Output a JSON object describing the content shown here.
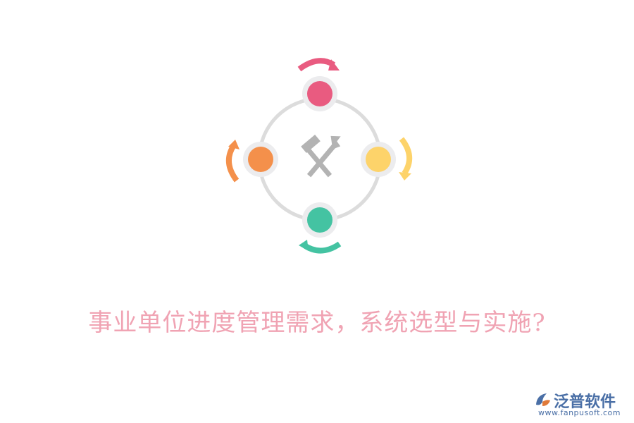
{
  "headline": "事业单位进度管理需求，系统选型与实施?",
  "brand": {
    "name": "泛普软件",
    "url": "www.fanpusoft.com"
  },
  "graphic": {
    "center_icon": "hammer-wrench-icon",
    "arrows": [
      "cycle-arrow-top",
      "cycle-arrow-right",
      "cycle-arrow-bottom",
      "cycle-arrow-left"
    ]
  },
  "colors": {
    "headline": "#f0a3b3",
    "ring": "#dcdcdc",
    "node_halo": "#ececee",
    "pink": "#e95b80",
    "yellow": "#fdd36a",
    "teal": "#44c3a2",
    "orange": "#f4904b",
    "tool_icon": "#b3b3b3",
    "brand": "#4a6fa6"
  }
}
